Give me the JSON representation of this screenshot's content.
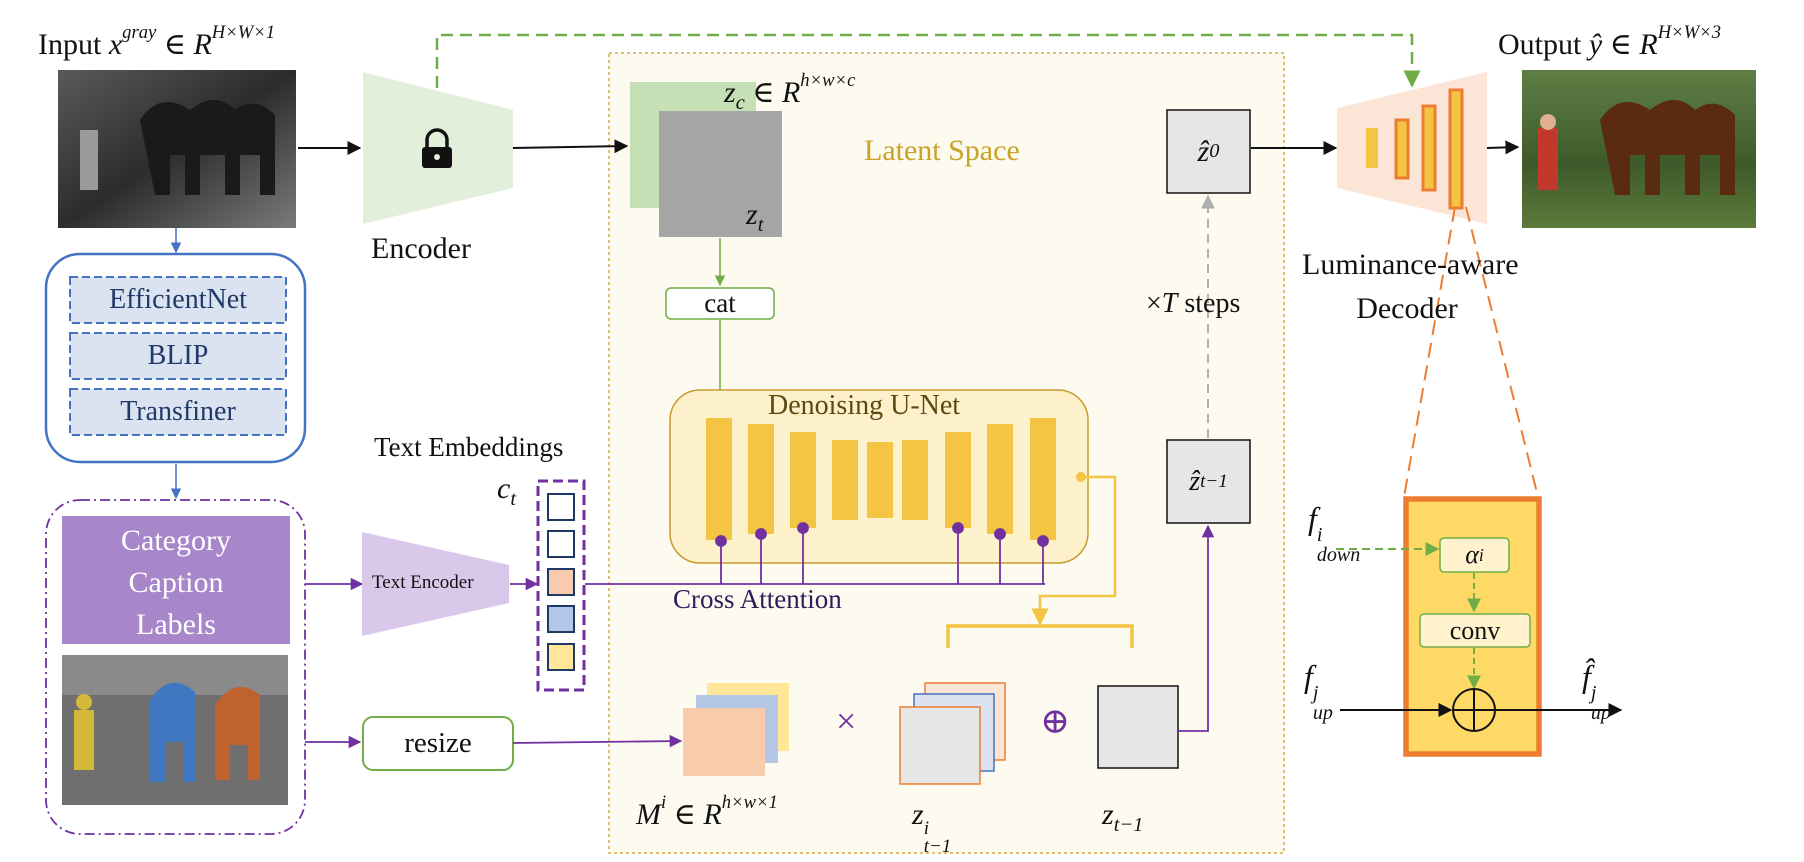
{
  "input": {
    "prefix": "Input ",
    "var": "x",
    "sup": "gray",
    "mid": " ∈ ",
    "space": "R",
    "dims": "H×W×1"
  },
  "output": {
    "prefix": "Output  ",
    "var": "ŷ",
    "mid": " ∈ ",
    "space": "R",
    "dims": "H×W×3"
  },
  "encoder_label": "Encoder",
  "decoder_label_line1": "Luminance-aware",
  "decoder_label_line2": "Decoder",
  "feature_models": [
    "EfficientNet",
    "BLIP",
    "Transfiner"
  ],
  "category_labels": [
    "Category",
    "Caption",
    "Labels"
  ],
  "text_encoder_label": "Text Encoder",
  "text_embeddings_label": "Text Embeddings",
  "ct": {
    "var": "c",
    "sub": "t"
  },
  "latent_space_label": "Latent Space",
  "zc": {
    "var": "z",
    "sub": "c",
    "mid": " ∈ ",
    "space": "R",
    "dims": "h×w×c"
  },
  "zt": {
    "var": "z",
    "sub": "t"
  },
  "cat_label": "cat",
  "unet_label": "Denoising U-Net",
  "cross_attention_label": "Cross Attention",
  "z0_hat": {
    "var": "ẑ",
    "sub": "0"
  },
  "zt1_hat": {
    "var": "ẑ",
    "sub": "t−1"
  },
  "steps": {
    "prefix": "×",
    "var": "T",
    "suffix": " steps"
  },
  "resize_label": "resize",
  "mi": {
    "var": "M",
    "sup": "i",
    "mid": " ∈ ",
    "space": "R",
    "dims": "h×w×1"
  },
  "times_symbol": "×",
  "oplus_symbol": "⊕",
  "zit1": {
    "var": "z",
    "sup": "i",
    "sub": "t−1"
  },
  "zt1": {
    "var": "z",
    "sub": "t−1"
  },
  "f_down": {
    "var": "f",
    "sup": "i",
    "sub": "down"
  },
  "alpha": {
    "var": "α",
    "sub": "i"
  },
  "conv_label": "conv",
  "f_up": {
    "var": "f",
    "sup": "j",
    "sub": "up"
  },
  "f_up_hat": {
    "var": "f̂",
    "sup": "j",
    "sub": "up"
  },
  "colors": {
    "blue": "#4472c4",
    "purple": "#7030a0",
    "green": "#70ad47",
    "orange": "#ed7d31",
    "yellow": "#f4c542",
    "latent_bg": "#fdfaf0",
    "latent_text": "#c9a227",
    "encoder_fill": "#e2efda",
    "decoder_fill": "#fbe5d6",
    "text_encoder_fill": "#d9c8e9",
    "labels_fill": "#a786c9"
  },
  "icons": [
    "lock-icon"
  ]
}
